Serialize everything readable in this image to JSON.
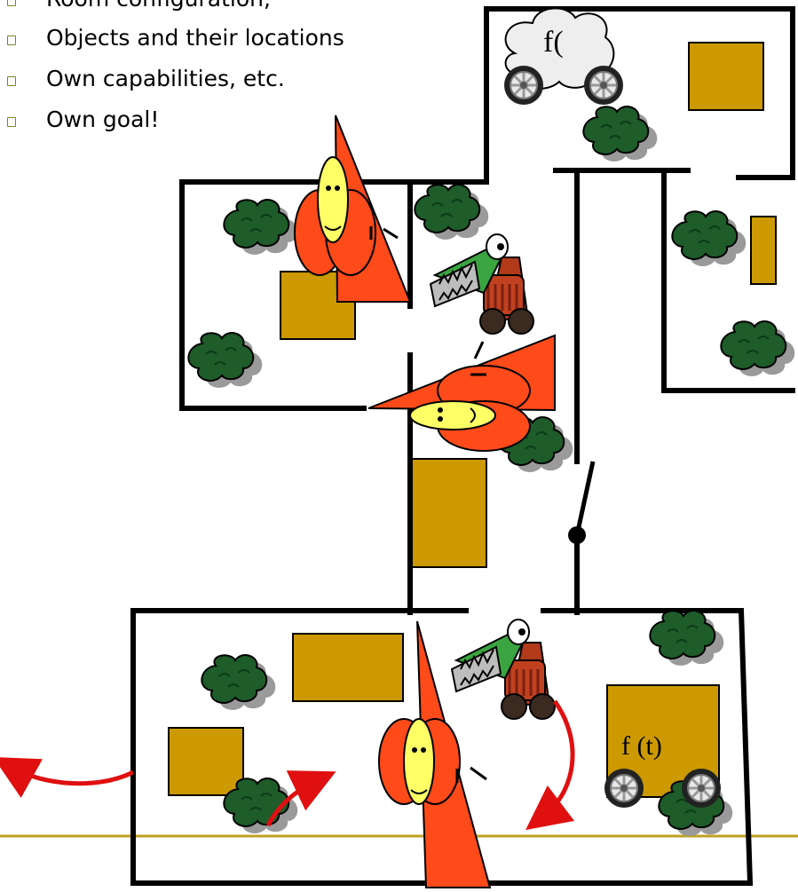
{
  "bullets": [
    {
      "text": "Room configuration,"
    },
    {
      "text": "Objects and their locations"
    },
    {
      "text": "Own capabilities, etc."
    },
    {
      "text": "Own goal!"
    }
  ],
  "labels": {
    "cloud": "f(",
    "box": "f (t)"
  },
  "colors": {
    "wall": "#000000",
    "box": "#cc9a00",
    "bush": "#1e5c2a",
    "bush_shadow": "#9a9a9a",
    "agent": "#ff4a1a",
    "face": "#ffff66",
    "arrow": "#e01010",
    "baseline": "#c0a020",
    "bullet": "#6f8a21"
  },
  "icons": [
    "bullet-square-icon",
    "wheel-icon",
    "bush-icon",
    "robot-agent-icon",
    "creature-crab-icon",
    "cloud-icon",
    "arrow-icon"
  ]
}
